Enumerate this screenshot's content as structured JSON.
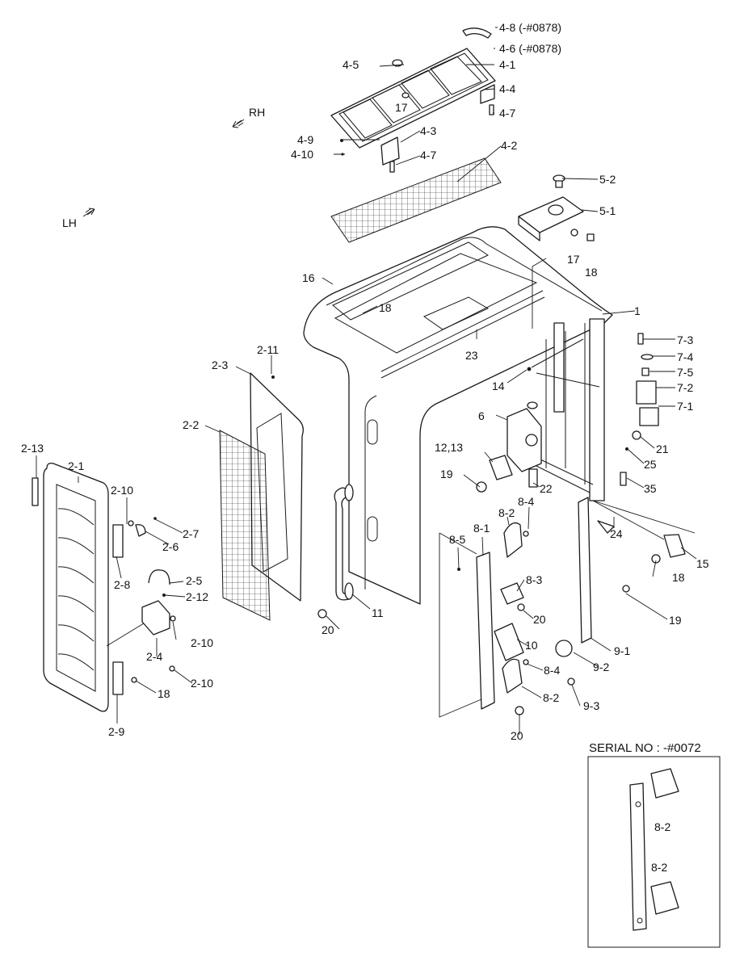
{
  "direction": {
    "rh": "RH",
    "lh": "LH"
  },
  "serial_box": {
    "title": "SERIAL NO : -#0072",
    "labels": [
      "8-2",
      "8-2"
    ]
  },
  "labels": [
    "4-8 (-#0878)",
    "4-6 (-#0878)",
    "4-5",
    "4-1",
    "17",
    "4-4",
    "4-7",
    "4-9",
    "4-3",
    "4-10",
    "4-7",
    "4-2",
    "5-2",
    "5-1",
    "17",
    "18",
    "16",
    "18",
    "1",
    "23",
    "7-3",
    "7-4",
    "7-5",
    "7-2",
    "7-1",
    "14",
    "2-11",
    "2-3",
    "6",
    "21",
    "2-2",
    "12,13",
    "25",
    "19",
    "22",
    "35",
    "2-13",
    "2-1",
    "2-10",
    "8-4",
    "8-2",
    "24",
    "2-7",
    "2-6",
    "8-1",
    "8-5",
    "15",
    "2-8",
    "2-5",
    "8-3",
    "18",
    "2-12",
    "20",
    "11",
    "20",
    "19",
    "2-10",
    "10",
    "9-1",
    "2-4",
    "8-4",
    "9-2",
    "2-10",
    "18",
    "8-2",
    "9-3",
    "2-9",
    "20"
  ]
}
